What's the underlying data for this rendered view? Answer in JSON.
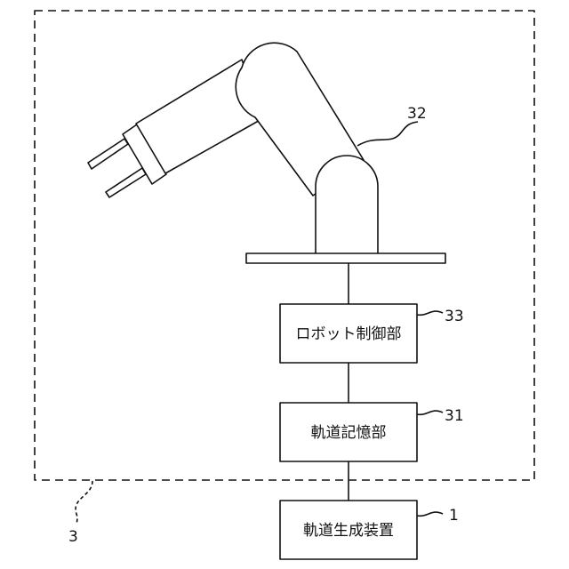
{
  "figure": {
    "boxes": {
      "robot_control": "ロボット制御部",
      "trajectory_storage": "軌道記憶部",
      "trajectory_generation": "軌道生成装置"
    },
    "reference_numerals": {
      "robot_device": "3",
      "robot_arm": "32",
      "robot_control": "33",
      "trajectory_storage": "31",
      "trajectory_generation": "1"
    },
    "colors": {
      "line": "#111111",
      "background": "#ffffff"
    }
  }
}
